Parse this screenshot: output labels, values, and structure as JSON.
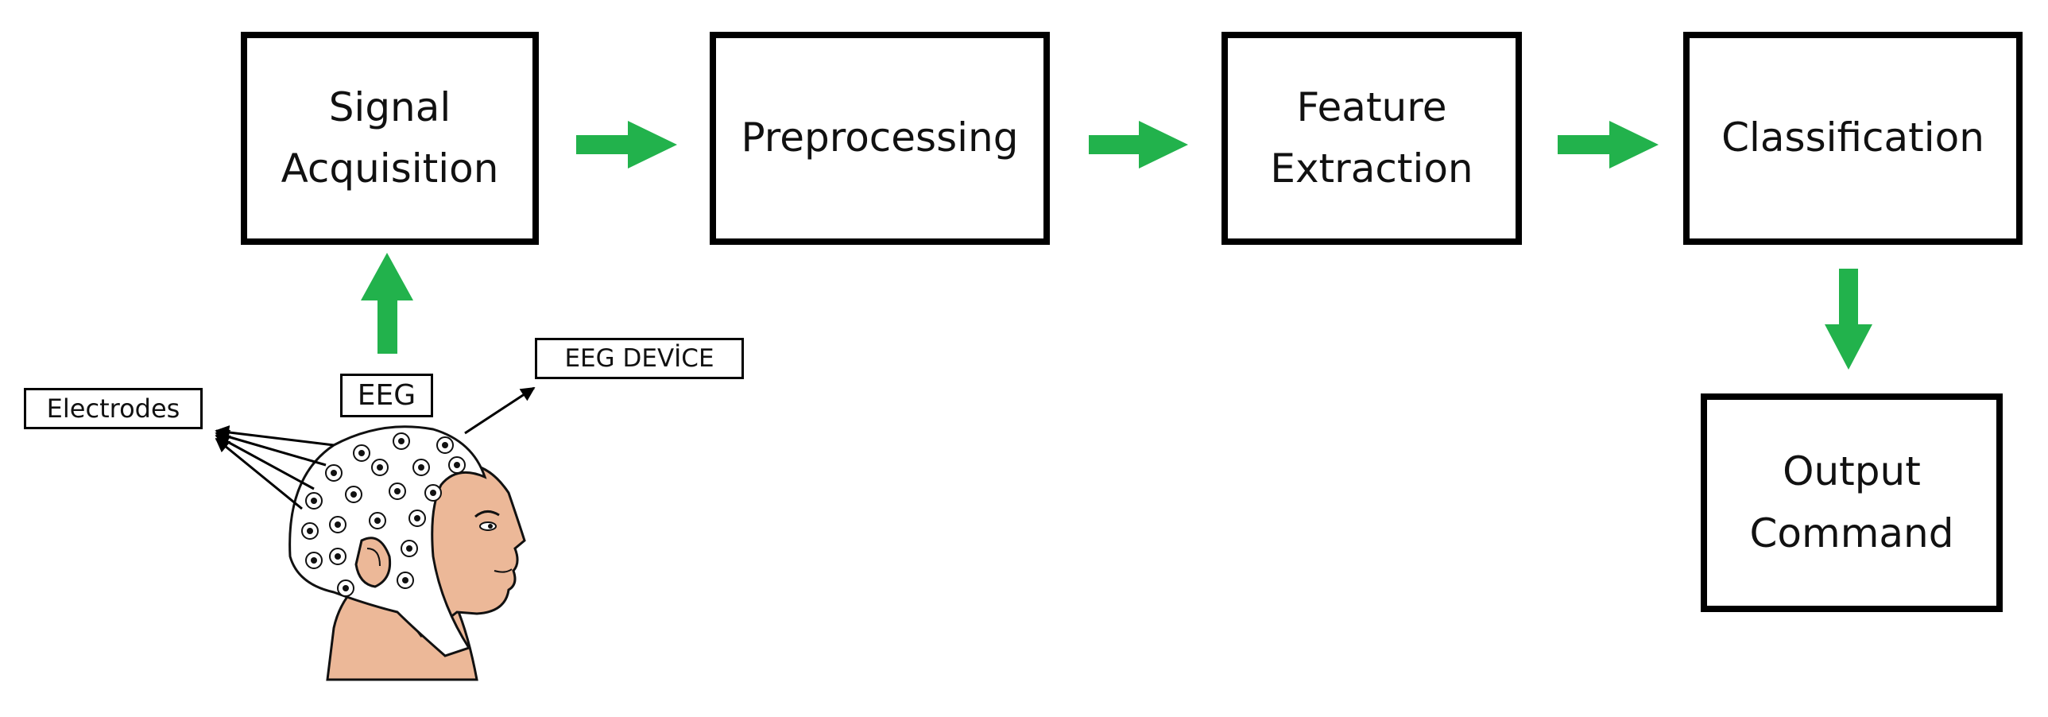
{
  "colors": {
    "arrow": "#22b24c",
    "border": "#000000",
    "skin": "#ecb898",
    "cap": "#ffffff"
  },
  "pipeline": {
    "signal_acquisition": "Signal\nAcquisition",
    "preprocessing": "Preprocessing",
    "feature_extraction": "Feature\nExtraction",
    "classification": "Classification",
    "output_command": "Output\nCommand"
  },
  "labels": {
    "eeg": "EEG",
    "eeg_device": "EEG DEVİCE",
    "electrodes": "Electrodes"
  },
  "icons": [
    "green-arrow-icon",
    "head-with-eeg-cap-icon"
  ]
}
